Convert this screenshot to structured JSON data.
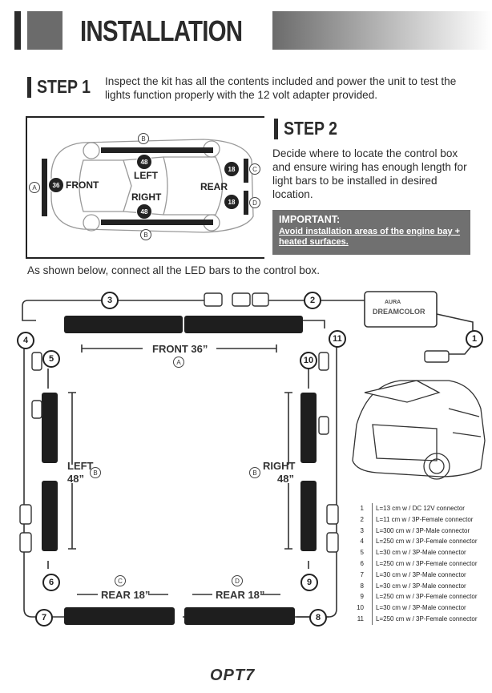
{
  "header": {
    "title": "INSTALLATION"
  },
  "step1": {
    "label": "STEP 1",
    "text": "Inspect the kit has all the contents included and power the unit to test the lights function properly with the 12 volt adapter provided."
  },
  "step2": {
    "label": "STEP 2",
    "text": "Decide where to locate the control box and ensure wiring has enough length for light bars to be installed in desired location."
  },
  "important": {
    "title": "IMPORTANT:",
    "text": "Avoid installation areas of the engine bay + heated surfaces."
  },
  "car_diagram": {
    "front": "FRONT",
    "rear": "REAR",
    "left": "LEFT",
    "right": "RIGHT",
    "sizes": {
      "front": "36",
      "left": "48",
      "right": "48",
      "rear_top": "18",
      "rear_bottom": "18"
    },
    "letters": {
      "a": "A",
      "b_top": "B",
      "b_bottom": "B",
      "c": "C",
      "d": "D"
    }
  },
  "intro": "As shown below, connect all the LED bars to the control box.",
  "wiring": {
    "control_box": {
      "brand": "AURA",
      "model": "DREAMCOLOR"
    },
    "front_label": "FRONT 36”",
    "left_label": "LEFT",
    "left_size": "48”",
    "right_label": "RIGHT",
    "right_size": "48”",
    "rear_left_label": "REAR 18”",
    "rear_right_label": "REAR 18”",
    "letters": {
      "a": "A",
      "b_left": "B",
      "b_right": "B",
      "c": "C",
      "d": "D"
    },
    "connectors": [
      "1",
      "2",
      "3",
      "4",
      "5",
      "6",
      "7",
      "8",
      "9",
      "10",
      "11"
    ]
  },
  "legend": [
    {
      "n": "1",
      "t": "L=13 cm w / DC 12V connector"
    },
    {
      "n": "2",
      "t": "L=11 cm w / 3P-Female connector"
    },
    {
      "n": "3",
      "t": "L=300 cm w / 3P-Male connector"
    },
    {
      "n": "4",
      "t": "L=250 cm w / 3P-Female connector"
    },
    {
      "n": "5",
      "t": "L=30 cm w / 3P-Male connector"
    },
    {
      "n": "6",
      "t": "L=250 cm w / 3P-Female connector"
    },
    {
      "n": "7",
      "t": "L=30 cm w / 3P-Male connector"
    },
    {
      "n": "8",
      "t": "L=30 cm w / 3P-Male connector"
    },
    {
      "n": "9",
      "t": "L=250 cm w / 3P-Female connector"
    },
    {
      "n": "10",
      "t": "L=30 cm w / 3P-Male connector"
    },
    {
      "n": "11",
      "t": "L=250 cm w / 3P-Female connector"
    }
  ],
  "footer": {
    "logo": "OPT7"
  }
}
